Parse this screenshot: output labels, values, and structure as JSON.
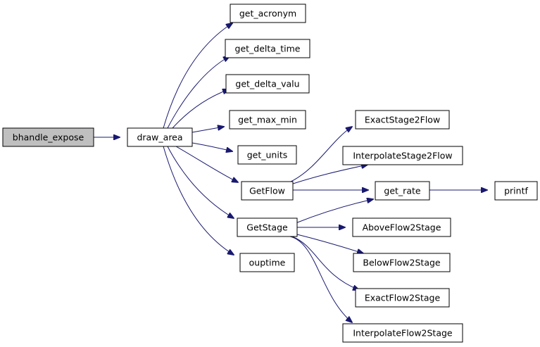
{
  "nodes": {
    "bhandle_expose": "bhandle_expose",
    "draw_area": "draw_area",
    "get_acronym": "get_acronym",
    "get_delta_time": "get_delta_time",
    "get_delta_valu": "get_delta_valu",
    "get_max_min": "get_max_min",
    "get_units": "get_units",
    "GetFlow": "GetFlow",
    "GetStage": "GetStage",
    "ouptime": "ouptime",
    "ExactStage2Flow": "ExactStage2Flow",
    "InterpolateStage2Flow": "InterpolateStage2Flow",
    "get_rate": "get_rate",
    "printf": "printf",
    "AboveFlow2Stage": "AboveFlow2Stage",
    "BelowFlow2Stage": "BelowFlow2Stage",
    "ExactFlow2Stage": "ExactFlow2Stage",
    "InterpolateFlow2Stage": "InterpolateFlow2Stage"
  },
  "colors": {
    "edge": "#191970",
    "root_fill": "#bfbfbf",
    "node_fill": "#ffffff",
    "node_border": "#000000"
  }
}
